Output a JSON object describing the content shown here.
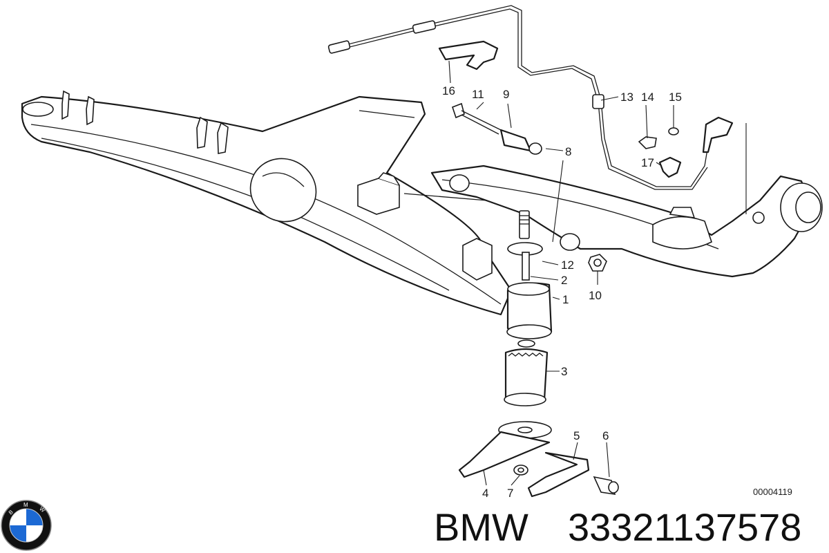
{
  "diagram": {
    "callouts": [
      "1",
      "2",
      "3",
      "4",
      "5",
      "6",
      "7",
      "8",
      "9",
      "10",
      "11",
      "12",
      "13",
      "14",
      "15",
      "16",
      "17"
    ],
    "diagram_id": "00004119"
  },
  "caption": {
    "brand": "BMW",
    "part_number": "33321137578"
  },
  "logo": {
    "letters": "BMW",
    "colors": {
      "blue": "#1c69d4",
      "white": "#ffffff",
      "ring": "#111111"
    }
  }
}
